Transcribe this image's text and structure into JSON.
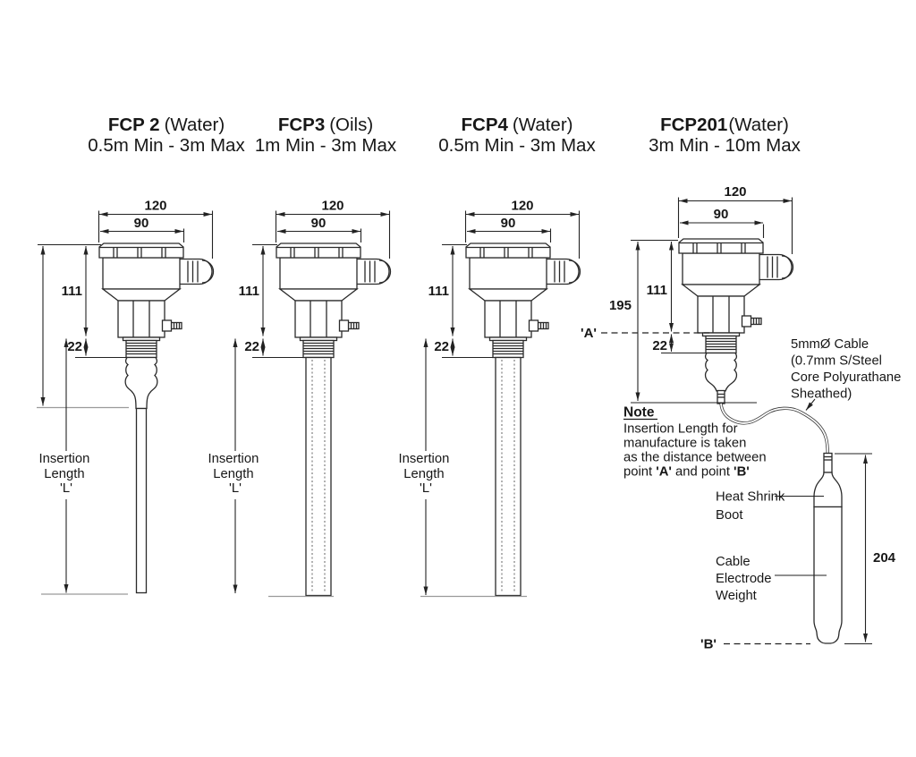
{
  "page": {
    "background": "#ffffff",
    "line_color": "#2a2a2a",
    "reference_line_color": "#9a9a9a"
  },
  "probes": [
    {
      "id": "fcp2",
      "name": "FCP 2",
      "variant": "(Water)",
      "range": "0.5m Min - 3m Max",
      "dim_overall_width": "120",
      "dim_cap_width": "90",
      "dim_head_height": "111",
      "dim_thread": "22",
      "insertion": {
        "line1": "Insertion",
        "line2": "Length",
        "line3": "'L'"
      }
    },
    {
      "id": "fcp3",
      "name": "FCP3",
      "variant": "(Oils)",
      "range": "1m Min - 3m Max",
      "dim_overall_width": "120",
      "dim_cap_width": "90",
      "dim_head_height": "111",
      "dim_thread": "22",
      "insertion": {
        "line1": "Insertion",
        "line2": "Length",
        "line3": "'L'"
      }
    },
    {
      "id": "fcp4",
      "name": "FCP4",
      "variant": "(Water)",
      "range": "0.5m Min - 3m Max",
      "dim_overall_width": "120",
      "dim_cap_width": "90",
      "dim_head_height": "111",
      "dim_thread": "22",
      "insertion": {
        "line1": "Insertion",
        "line2": "Length",
        "line3": "'L'"
      }
    },
    {
      "id": "fcp201",
      "name": "FCP201",
      "variant": "(Water)",
      "range": "3m Min - 10m Max",
      "dim_overall_width": "120",
      "dim_cap_width": "90",
      "dim_head_height": "111",
      "dim_thread": "22",
      "dim_overall_height": "195",
      "dim_weight_height": "204",
      "point_a": "'A'",
      "point_b": "'B'",
      "cable_spec": {
        "line1": "5mmØ Cable",
        "line2": "(0.7mm S/Steel",
        "line3": "Core Polyurathane",
        "line4": "Sheathed)"
      },
      "heat_shrink_label": {
        "line1": "Heat Shrink",
        "line2": "Boot"
      },
      "weight_label": {
        "line1": "Cable",
        "line2": "Electrode",
        "line3": "Weight"
      }
    }
  ],
  "note": {
    "title": "Note",
    "line1": "Insertion Length for",
    "line2": "manufacture is taken",
    "line3": "as the distance between",
    "line4_pre": "point ",
    "line4_a": "'A'",
    "line4_mid": " and point ",
    "line4_b": "'B'"
  }
}
